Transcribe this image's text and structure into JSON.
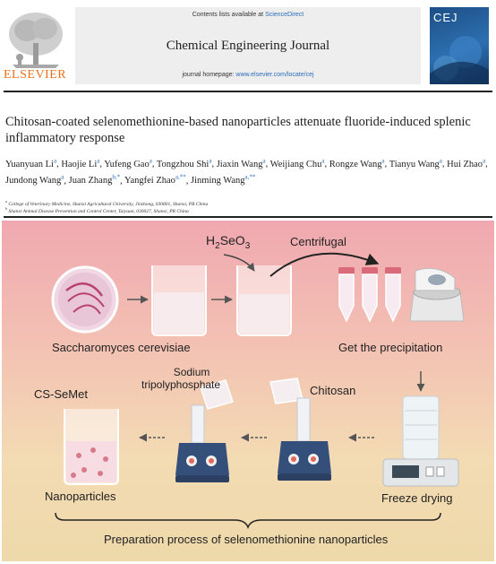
{
  "header": {
    "contents_prefix": "Contents lists available at ",
    "contents_link": "ScienceDirect",
    "journal_title": "Chemical Engineering Journal",
    "homepage_prefix": "journal homepage: ",
    "homepage_url": "www.elsevier.com/locate/cej",
    "publisher": "ELSEVIER",
    "cover_letters": "CEJ"
  },
  "article": {
    "title": "Chitosan-coated selenomethionine-based nanoparticles attenuate fluoride-induced splenic inflammatory response",
    "authors": [
      {
        "name": "Yuanyuan Li",
        "sup": "a"
      },
      {
        "name": "Haojie Li",
        "sup": "a"
      },
      {
        "name": "Yufeng Gao",
        "sup": "a"
      },
      {
        "name": "Tongzhou Shi",
        "sup": "a"
      },
      {
        "name": "Jiaxin Wang",
        "sup": "a"
      },
      {
        "name": "Weijiang Chu",
        "sup": "a"
      },
      {
        "name": "Rongze Wang",
        "sup": "a"
      },
      {
        "name": "Tianyu Wang",
        "sup": "a"
      },
      {
        "name": "Hui Zhao",
        "sup": "a"
      },
      {
        "name": "Jundong Wang",
        "sup": "a"
      },
      {
        "name": "Juan Zhang",
        "sup": "b,*"
      },
      {
        "name": "Yangfei Zhao",
        "sup": "a,**"
      },
      {
        "name": "Jinming Wang",
        "sup": "a,**"
      }
    ],
    "affiliations": [
      {
        "mark": "a",
        "text": "College of Veterinary Medicine, Shanxi Agricultural University, Jinzhong, 030801, Shanxi, PR China"
      },
      {
        "mark": "b",
        "text": "Shanxi Animal Disease Prevention and Control Center, Taiyuan, 030027, Shanxi, PR China"
      }
    ]
  },
  "graphic": {
    "formula_base": "H",
    "formula_sub1": "2",
    "formula_mid": "SeO",
    "formula_sub2": "3",
    "centrifugal": "Centrifugal",
    "saccharomyces": "Saccharomyces cerevisiae",
    "get_precipitation": "Get the precipitation",
    "sodium_line1": "Sodium",
    "sodium_line2": "tripolyphosphate",
    "chitosan": "Chitosan",
    "cs_semet": "CS-SeMet",
    "nanoparticles": "Nanoparticles",
    "freeze_drying": "Freeze drying",
    "caption": "Preparation process of selenomethionine nanoparticles"
  }
}
